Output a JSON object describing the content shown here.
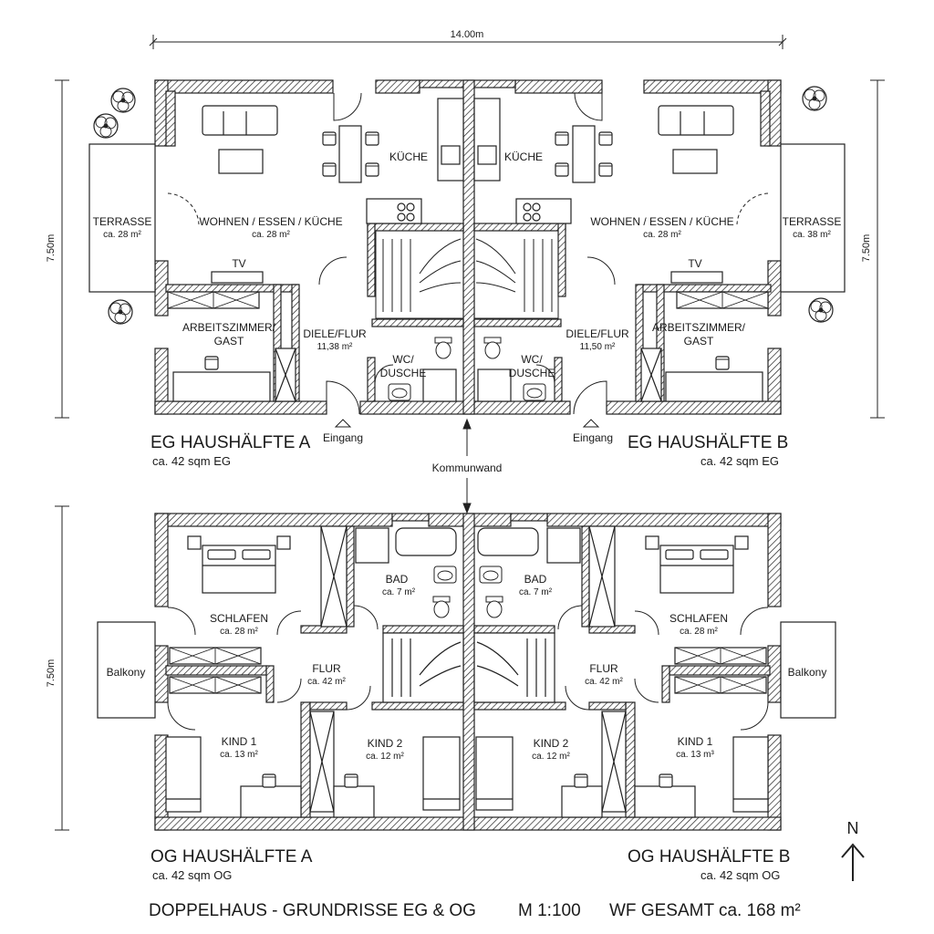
{
  "dimensions": {
    "width_label": "14.00m",
    "eg_height_left": "7.50m",
    "eg_height_right": "7.50m",
    "og_height_left": "7.50m"
  },
  "eg": {
    "a": {
      "title": "EG HAUSHÄLFTE A",
      "subtitle": "ca. 42 sqm EG",
      "rooms": {
        "kueche": "KÜCHE",
        "wohnen": "WOHNEN / ESSEN / KÜCHE",
        "wohnen_area": "ca. 28 m²",
        "terrasse": "TERRASSE",
        "terrasse_area": "ca. 28 m²",
        "tv": "TV",
        "arbeit_1": "ARBEITSZIMMER/",
        "arbeit_2": "GAST",
        "diele": "DIELE/FLUR",
        "diele_area": "11,38 m²",
        "wc_1": "WC/",
        "wc_2": "DUSCHE",
        "eingang": "Eingang"
      }
    },
    "b": {
      "title": "EG HAUSHÄLFTE B",
      "subtitle": "ca. 42 sqm EG",
      "rooms": {
        "kueche": "KÜCHE",
        "wohnen": "WOHNEN / ESSEN / KÜCHE",
        "wohnen_area": "ca. 28 m²",
        "terrasse": "TERRASSE",
        "terrasse_area": "ca. 38 m²",
        "tv": "TV",
        "arbeit_1": "ARBEITSZIMMER/",
        "arbeit_2": "GAST",
        "diele": "DIELE/FLUR",
        "diele_area": "11,50 m²",
        "wc_1": "WC/",
        "wc_2": "DUSCHE",
        "eingang": "Eingang"
      }
    },
    "kommunwand": "Kommunwand"
  },
  "og": {
    "a": {
      "title": "OG HAUSHÄLFTE A",
      "subtitle": "ca. 42 sqm OG",
      "rooms": {
        "bad": "BAD",
        "bad_area": "ca. 7 m²",
        "schlafen": "SCHLAFEN",
        "schlafen_area": "ca. 28 m²",
        "balkony": "Balkony",
        "flur": "FLUR",
        "flur_area": "ca. 42 m²",
        "kind1": "KIND 1",
        "kind1_area": "ca. 13 m²",
        "kind2": "KIND 2",
        "kind2_area": "ca. 12 m²"
      }
    },
    "b": {
      "title": "OG HAUSHÄLFTE B",
      "subtitle": "ca. 42 sqm OG",
      "rooms": {
        "bad": "BAD",
        "bad_area": "ca. 7 m²",
        "schlafen": "SCHLAFEN",
        "schlafen_area": "ca. 28 m²",
        "balkony": "Balkony",
        "flur": "FLUR",
        "flur_area": "ca. 42 m²",
        "kind1": "KIND 1",
        "kind1_area": "ca. 13 m³",
        "kind2": "KIND 2",
        "kind2_area": "ca. 12 m²"
      }
    }
  },
  "footer": {
    "title": "DOPPELHAUS - GRUNDRISSE EG & OG",
    "scale": "M 1:100",
    "total": "WF GESAMT ca. 168 m²"
  },
  "north": "N"
}
